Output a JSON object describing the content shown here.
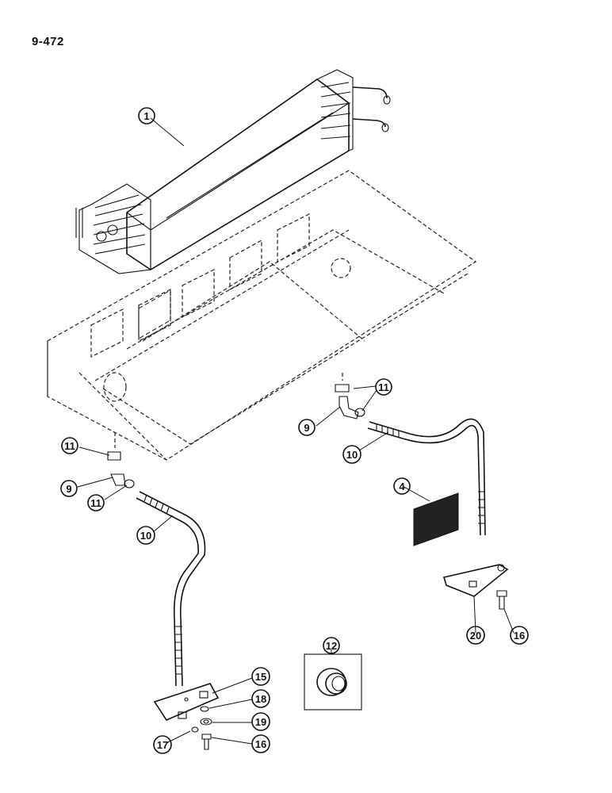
{
  "page": {
    "number": "9-472"
  },
  "callouts": {
    "core": "1",
    "gasket": "4",
    "elbow_right": "9",
    "elbow_left": "9",
    "hose_right": "10",
    "hose_left": "10",
    "clamp_right_top": "11",
    "clamp_right_bottom": "11",
    "clamp_left_top": "11",
    "clamp_left_bottom": "11",
    "plug": "12",
    "bracket_left": "15",
    "bolt_left": "16",
    "bolt_right": "16",
    "washer_left": "17",
    "nut_left": "18",
    "lockwasher_left": "19",
    "bracket_right": "20"
  }
}
